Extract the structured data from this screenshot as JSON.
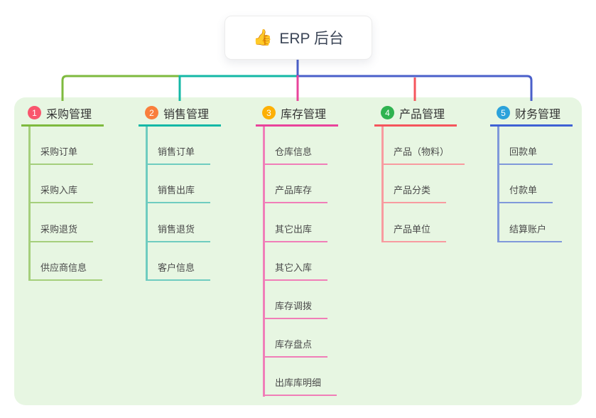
{
  "root": {
    "icon": "thumbs-up",
    "icon_glyph": "👍",
    "label": "ERP 后台"
  },
  "colors": {
    "canvas": "#ffffff",
    "panel": "#e7f6e2",
    "root_line": "#4a5fca",
    "root_text": "#3c4657",
    "heading_text": "#333333",
    "item_text": "#4a4a4a"
  },
  "branches": [
    {
      "num": "1",
      "label": "采购管理",
      "badge_color": "#f9556d",
      "line_color": "#7eba3e",
      "soft_line_color": "#a5cf7c",
      "items": [
        "采购订单",
        "采购入库",
        "采购退货",
        "供应商信息"
      ]
    },
    {
      "num": "2",
      "label": "销售管理",
      "badge_color": "#f97e3c",
      "line_color": "#14b8a6",
      "soft_line_color": "#6fccc0",
      "items": [
        "销售订单",
        "销售出库",
        "销售退货",
        "客户信息"
      ]
    },
    {
      "num": "3",
      "label": "库存管理",
      "badge_color": "#fdb005",
      "line_color": "#e9449b",
      "soft_line_color": "#f07eb8",
      "items": [
        "仓库信息",
        "产品库存",
        "其它出库",
        "其它入库",
        "库存调拨",
        "库存盘点",
        "出库库明细"
      ]
    },
    {
      "num": "4",
      "label": "产品管理",
      "badge_color": "#2fb350",
      "line_color": "#f5555c",
      "soft_line_color": "#f89ba0",
      "items": [
        "产品（物料）",
        "产品分类",
        "产品单位"
      ]
    },
    {
      "num": "5",
      "label": "财务管理",
      "badge_color": "#2ba2db",
      "line_color": "#3f62d4",
      "soft_line_color": "#8099da",
      "items": [
        "回款单",
        "付款单",
        "结算账户"
      ]
    }
  ]
}
